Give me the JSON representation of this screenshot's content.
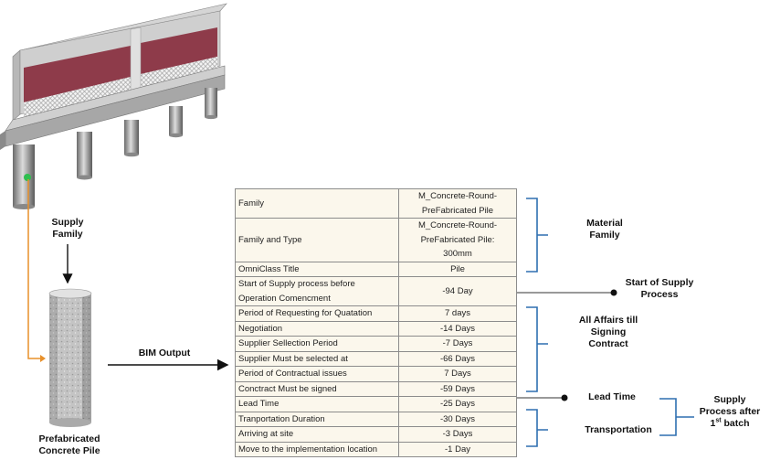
{
  "labels": {
    "supply_family": "Supply\nFamily",
    "bim_output": "BIM Output",
    "pile_caption": "Prefabricated\nConcrete Pile",
    "material_family": "Material\nFamily",
    "start_supply": "Start of Supply\nProcess",
    "all_affairs": "All Affairs till\nSigning\nContract",
    "lead_time": "Lead Time",
    "transportation": "Transportation",
    "supply_after_line1": "Supply\nProcess  after",
    "supply_after_num": "1",
    "supply_after_sup": "st",
    "supply_after_tail": " batch"
  },
  "table": {
    "rows": [
      {
        "property": "Family",
        "value": "M_Concrete-Round-\nPreFabricated Pile"
      },
      {
        "property": "Family and Type",
        "value": "M_Concrete-Round-\nPreFabricated Pile:\n300mm"
      },
      {
        "property": "OmniClass Title",
        "value": "Pile"
      },
      {
        "property": "Start of Supply process before\nOperation Comencment",
        "value": "-94 Day"
      },
      {
        "property": "Period of Requesting  for Quatation",
        "value": "7 days"
      },
      {
        "property": "Negotiation",
        "value": "-14 Days"
      },
      {
        "property": "Supplier Sellection Period",
        "value": "-7 Days"
      },
      {
        "property": "Supplier Must be selected at",
        "value": "-66 Days"
      },
      {
        "property": "Period of Contractual issues",
        "value": "7 Days"
      },
      {
        "property": "Conctract  Must be signed",
        "value": "-59 Days"
      },
      {
        "property": "Lead Time",
        "value": "-25 Days"
      },
      {
        "property": "Tranportation Duration",
        "value": "-30 Days"
      },
      {
        "property": "Arriving at site",
        "value": "-3 Days"
      },
      {
        "property": "Move to the implementation location",
        "value": "-1 Day"
      }
    ]
  },
  "colors": {
    "bracket": "#2e6fb0",
    "arrow_orange": "#e8902a",
    "wall_red": "#8e3b4a",
    "marker_green": "#2fbf4f",
    "table_bg": "#fbf7ec"
  }
}
